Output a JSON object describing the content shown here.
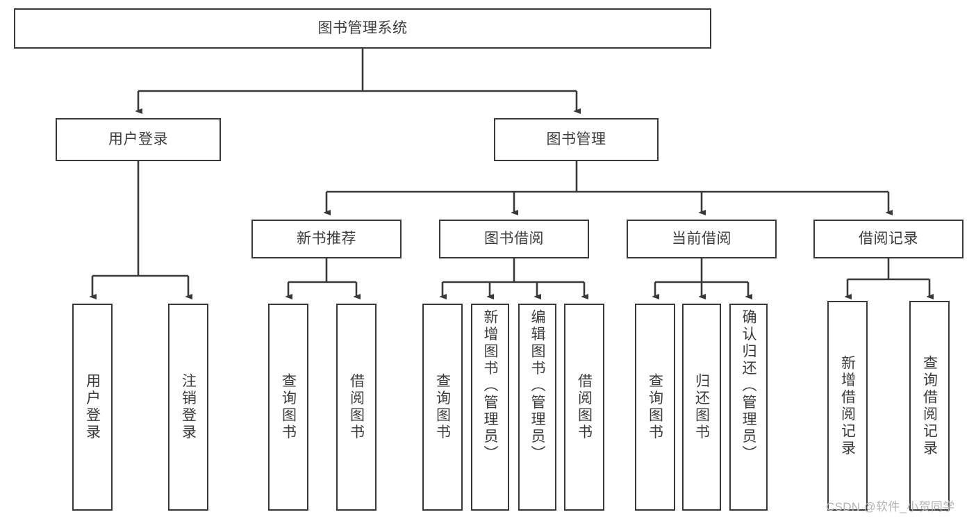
{
  "diagram": {
    "type": "tree-hierarchy-chart",
    "title": "图书管理系统",
    "colors": {
      "box_border": "#393939",
      "box_fill": "#ffffff",
      "text": "#3b3b3b",
      "connector": "#393939",
      "watermark": "#b4b4b4",
      "background": "#ffffff"
    },
    "nodes": {
      "root": {
        "label": "图书管理系统"
      },
      "level2": [
        {
          "id": "user-login",
          "label": "用户登录"
        },
        {
          "id": "book-management",
          "label": "图书管理"
        }
      ],
      "level3": [
        {
          "id": "new-book-recommend",
          "label": "新书推荐"
        },
        {
          "id": "book-borrow",
          "label": "图书借阅"
        },
        {
          "id": "current-borrow",
          "label": "当前借阅"
        },
        {
          "id": "borrow-record",
          "label": "借阅记录"
        }
      ],
      "leaves": {
        "user-login": [
          {
            "id": "leaf-user-login",
            "label": "用户登录"
          },
          {
            "id": "leaf-user-logout",
            "label": "注销登录"
          }
        ],
        "new-book-recommend": [
          {
            "id": "leaf-query-book-1",
            "label": "查询图书"
          },
          {
            "id": "leaf-borrow-book-1",
            "label": "借阅图书"
          }
        ],
        "book-borrow": [
          {
            "id": "leaf-query-book-2",
            "label": "查询图书"
          },
          {
            "id": "leaf-add-book",
            "label": "新增图书（管理员）"
          },
          {
            "id": "leaf-edit-book",
            "label": "编辑图书（管理员）"
          },
          {
            "id": "leaf-borrow-book-2",
            "label": "借阅图书"
          }
        ],
        "current-borrow": [
          {
            "id": "leaf-query-book-3",
            "label": "查询图书"
          },
          {
            "id": "leaf-return-book",
            "label": "归还图书"
          },
          {
            "id": "leaf-confirm-return",
            "label": "确认归还（管理员）"
          }
        ],
        "borrow-record": [
          {
            "id": "leaf-add-record",
            "label": "新增借阅记录"
          },
          {
            "id": "leaf-query-record",
            "label": "查询借阅记录"
          }
        ]
      }
    },
    "watermark": "CSDN @软件_小贺同学"
  }
}
